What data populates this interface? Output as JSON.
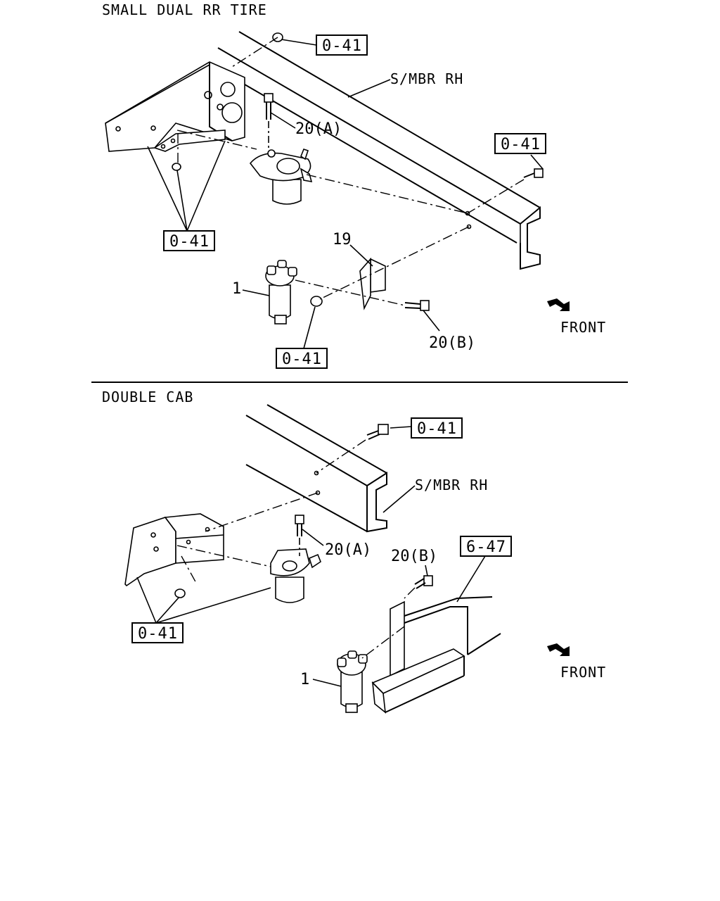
{
  "sections": [
    {
      "title": "SMALL DUAL RR TIRE",
      "member_label": "S/MBR RH",
      "front_label": "FRONT",
      "callouts": {
        "ref_top": "0-41",
        "ref_right": "0-41",
        "ref_left": "0-41",
        "ref_bottom": "0-41",
        "bolt_a": "20(A)",
        "bolt_b": "20(B)",
        "bracket": "19",
        "filter": "1"
      }
    },
    {
      "title": "DOUBLE CAB",
      "member_label": "S/MBR RH",
      "front_label": "FRONT",
      "callouts": {
        "ref_top": "0-41",
        "ref_left": "0-41",
        "ref_frame": "6-47",
        "bolt_a": "20(A)",
        "bolt_b": "20(B)",
        "filter": "1"
      }
    }
  ]
}
